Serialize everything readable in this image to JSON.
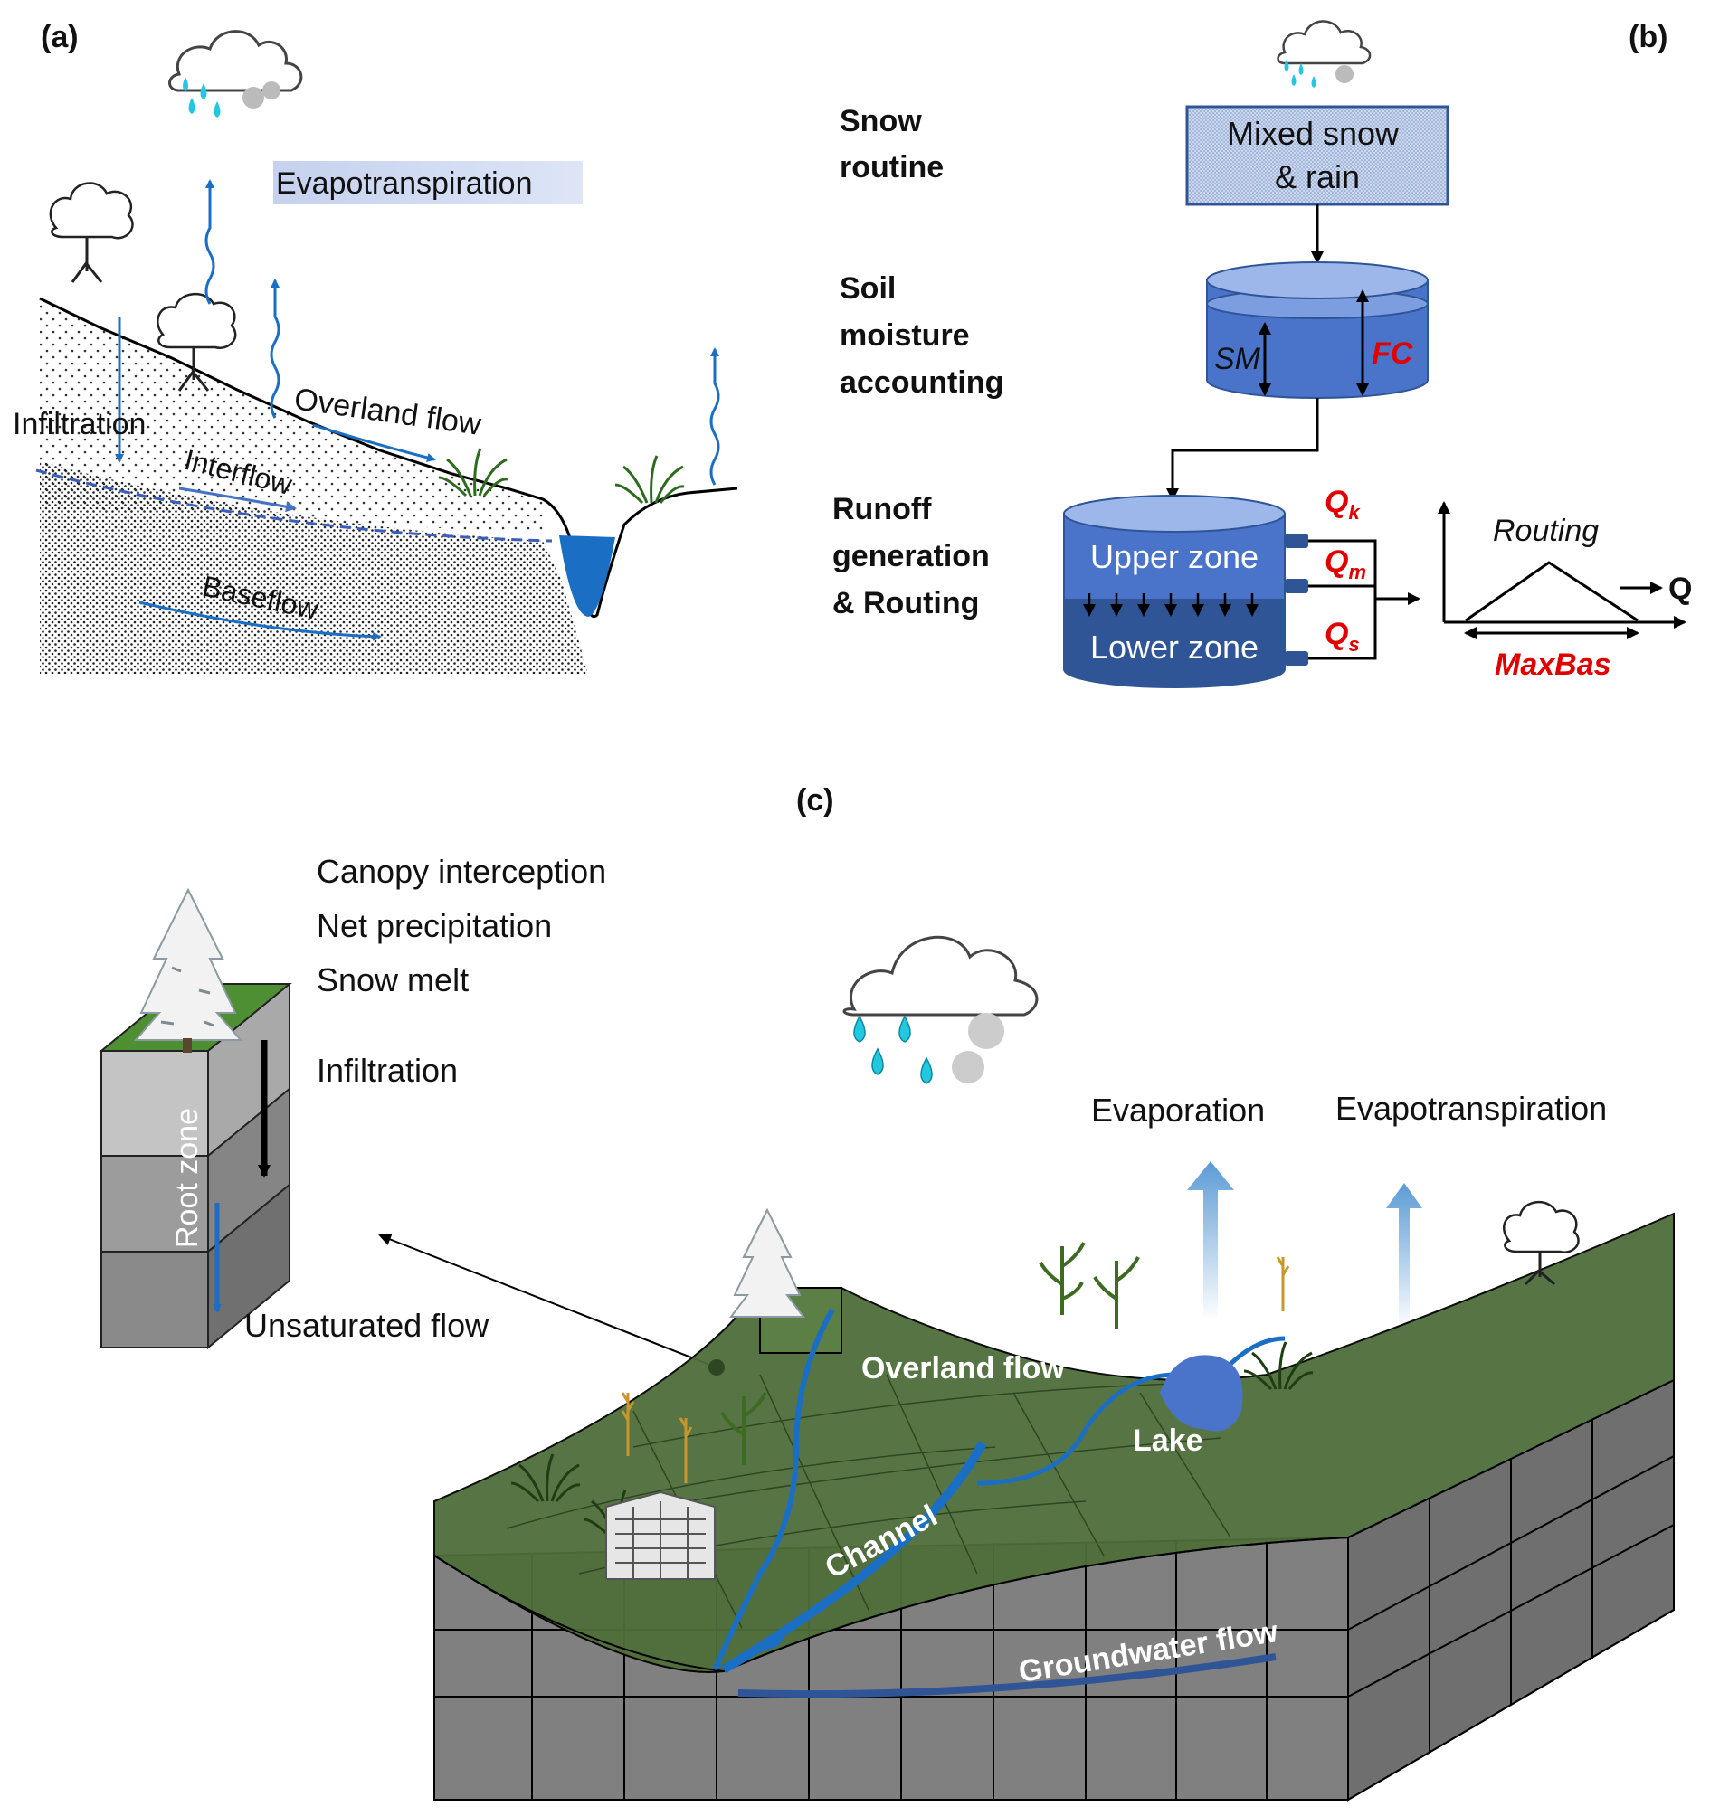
{
  "panel_a": {
    "tag": "(a)",
    "evapotranspiration": "Evapotranspiration",
    "overland_flow": "Overland flow",
    "infiltration": "Infiltration",
    "interflow": "Interflow",
    "baseflow": "Baseflow"
  },
  "panel_b": {
    "tag": "(b)",
    "snow_routine": [
      "Snow",
      "routine"
    ],
    "soil_moisture": [
      "Soil",
      "moisture",
      "accounting"
    ],
    "runoff": [
      "Runoff",
      "generation",
      "& Routing"
    ],
    "mixed_box": [
      "Mixed snow",
      "& rain"
    ],
    "sm": "SM",
    "fc": "FC",
    "upper_zone": "Upper zone",
    "lower_zone": "Lower zone",
    "qk": {
      "main": "Q",
      "sub": "k"
    },
    "qm": {
      "main": "Q",
      "sub": "m"
    },
    "qs": {
      "main": "Q",
      "sub": "s"
    },
    "routing": "Routing",
    "q_out": "Q",
    "maxbas": "MaxBas"
  },
  "panel_c": {
    "tag": "(c)",
    "processes": [
      "Canopy interception",
      "Net precipitation",
      "Snow melt",
      "Infiltration"
    ],
    "root_zone": "Root zone",
    "unsaturated_flow": "Unsaturated flow",
    "evaporation": "Evaporation",
    "evapotranspiration": "Evapotranspiration",
    "overland_flow": "Overland flow",
    "lake": "Lake",
    "channel": "Channel",
    "groundwater_flow": "Groundwater flow"
  },
  "colors": {
    "water_blue": "#1a6fc4",
    "tank_blue": "#4a74c9",
    "tank_dark": "#2f5597",
    "red_param": "#e00000",
    "terrain_green": "#4f6e3a",
    "grid_gray": "#7f7f7f",
    "rain_cyan": "#22c8e0"
  }
}
